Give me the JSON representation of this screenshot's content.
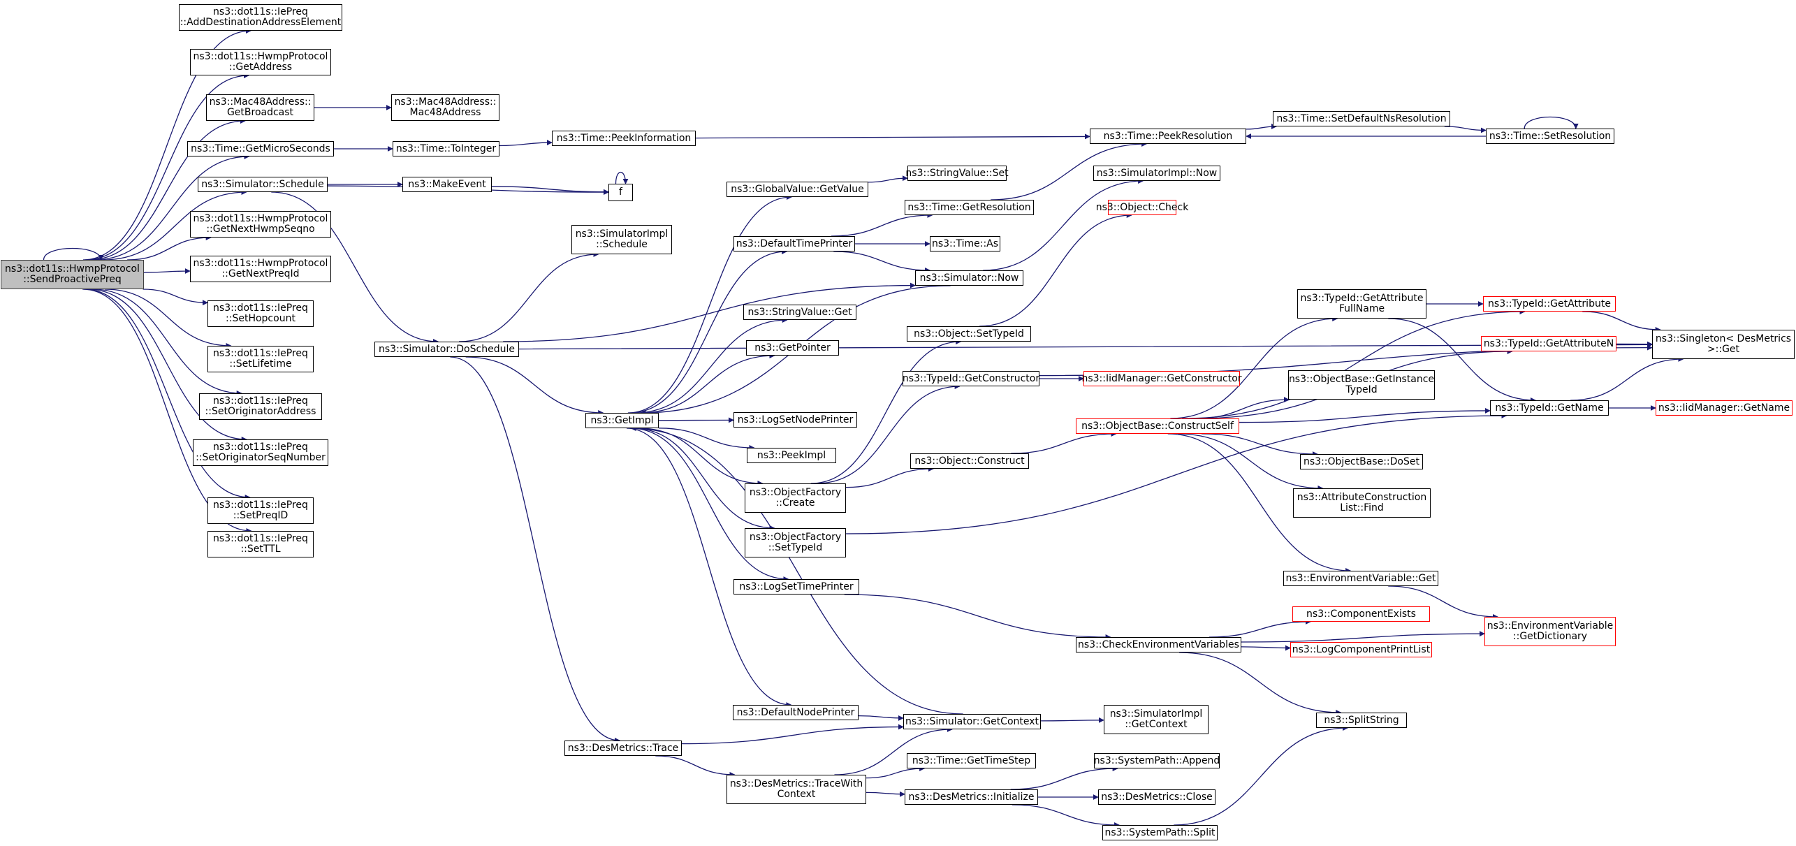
{
  "colors": {
    "edge": "#191970",
    "node_border": "#000000",
    "truncated_border": "#ff0000",
    "root_fill": "#bfbfbf"
  },
  "nodes": [
    {
      "id": "root",
      "label": "ns3::dot11s::HwmpProtocol\n::SendProactivePreq",
      "root": true
    },
    {
      "id": "addDest",
      "label": "ns3::dot11s::IePreq\n::AddDestinationAddressElement"
    },
    {
      "id": "getAddress",
      "label": "ns3::dot11s::HwmpProtocol\n::GetAddress"
    },
    {
      "id": "getBroadcast",
      "label": "ns3::Mac48Address::\nGetBroadcast"
    },
    {
      "id": "mac48",
      "label": "ns3::Mac48Address::\nMac48Address"
    },
    {
      "id": "getMicro",
      "label": "ns3::Time::GetMicroSeconds"
    },
    {
      "id": "toInteger",
      "label": "ns3::Time::ToInteger"
    },
    {
      "id": "peekInfo",
      "label": "ns3::Time::PeekInformation"
    },
    {
      "id": "peekRes",
      "label": "ns3::Time::PeekResolution"
    },
    {
      "id": "setDefNs",
      "label": "ns3::Time::SetDefaultNsResolution"
    },
    {
      "id": "setRes",
      "label": "ns3::Time::SetResolution"
    },
    {
      "id": "schedule",
      "label": "ns3::Simulator::Schedule"
    },
    {
      "id": "makeEvent",
      "label": "ns3::MakeEvent"
    },
    {
      "id": "f",
      "label": "f"
    },
    {
      "id": "gvGet",
      "label": "ns3::GlobalValue::GetValue"
    },
    {
      "id": "svSet",
      "label": "ns3::StringValue::Set"
    },
    {
      "id": "implNow",
      "label": "ns3::SimulatorImpl::Now"
    },
    {
      "id": "getResolution",
      "label": "ns3::Time::GetResolution"
    },
    {
      "id": "objCheck",
      "label": "ns3::Object::Check",
      "truncated": true
    },
    {
      "id": "nextSeqno",
      "label": "ns3::dot11s::HwmpProtocol\n::GetNextHwmpSeqno"
    },
    {
      "id": "nextPreqId",
      "label": "ns3::dot11s::HwmpProtocol\n::GetNextPreqId"
    },
    {
      "id": "setHop",
      "label": "ns3::dot11s::IePreq\n::SetHopcount"
    },
    {
      "id": "setLife",
      "label": "ns3::dot11s::IePreq\n::SetLifetime"
    },
    {
      "id": "setOrigAddr",
      "label": "ns3::dot11s::IePreq\n::SetOriginatorAddress"
    },
    {
      "id": "setOrigSeq",
      "label": "ns3::dot11s::IePreq\n::SetOriginatorSeqNumber"
    },
    {
      "id": "setPreqId",
      "label": "ns3::dot11s::IePreq\n::SetPreqID"
    },
    {
      "id": "setTtl",
      "label": "ns3::dot11s::IePreq\n::SetTTL"
    },
    {
      "id": "implSchedule",
      "label": "ns3::SimulatorImpl\n::Schedule"
    },
    {
      "id": "defTimePrinter",
      "label": "ns3::DefaultTimePrinter"
    },
    {
      "id": "timeAs",
      "label": "ns3::Time::As"
    },
    {
      "id": "simNow",
      "label": "ns3::Simulator::Now"
    },
    {
      "id": "doSchedule",
      "label": "ns3::Simulator::DoSchedule"
    },
    {
      "id": "getImpl",
      "label": "ns3::GetImpl"
    },
    {
      "id": "svGet",
      "label": "ns3::StringValue::Get"
    },
    {
      "id": "getPointer",
      "label": "ns3::GetPointer"
    },
    {
      "id": "logSetNode",
      "label": "ns3::LogSetNodePrinter"
    },
    {
      "id": "peekImpl",
      "label": "ns3::PeekImpl"
    },
    {
      "id": "ofCreate",
      "label": "ns3::ObjectFactory\n::Create"
    },
    {
      "id": "ofSetTypeId",
      "label": "ns3::ObjectFactory\n::SetTypeId"
    },
    {
      "id": "logSetTime",
      "label": "ns3::LogSetTimePrinter"
    },
    {
      "id": "defNodePrinter",
      "label": "ns3::DefaultNodePrinter"
    },
    {
      "id": "desTrace",
      "label": "ns3::DesMetrics::Trace"
    },
    {
      "id": "objSetTypeId",
      "label": "ns3::Object::SetTypeId"
    },
    {
      "id": "tidGetCtor",
      "label": "ns3::TypeId::GetConstructor"
    },
    {
      "id": "iidGetCtor",
      "label": "ns3::IidManager::GetConstructor",
      "truncated": true
    },
    {
      "id": "objConstruct",
      "label": "ns3::Object::Construct"
    },
    {
      "id": "constructSelf",
      "label": "ns3::ObjectBase::ConstructSelf",
      "truncated": true
    },
    {
      "id": "tidGetAttrFull",
      "label": "ns3::TypeId::GetAttribute\nFullName"
    },
    {
      "id": "tidGetAttr",
      "label": "ns3::TypeId::GetAttribute",
      "truncated": true
    },
    {
      "id": "tidGetAttrN",
      "label": "ns3::TypeId::GetAttributeN",
      "truncated": true
    },
    {
      "id": "singletonGet",
      "label": "ns3::Singleton< DesMetrics\n>::Get"
    },
    {
      "id": "getInstTypeId",
      "label": "ns3::ObjectBase::GetInstance\nTypeId"
    },
    {
      "id": "tidGetName",
      "label": "ns3::TypeId::GetName"
    },
    {
      "id": "iidGetName",
      "label": "ns3::IidManager::GetName",
      "truncated": true
    },
    {
      "id": "doSet",
      "label": "ns3::ObjectBase::DoSet"
    },
    {
      "id": "acFind",
      "label": "ns3::AttributeConstruction\nList::Find"
    },
    {
      "id": "envGet",
      "label": "ns3::EnvironmentVariable::Get"
    },
    {
      "id": "envGetDict",
      "label": "ns3::EnvironmentVariable\n::GetDictionary",
      "truncated": true
    },
    {
      "id": "checkEnv",
      "label": "ns3::CheckEnvironmentVariables"
    },
    {
      "id": "compExists",
      "label": "ns3::ComponentExists",
      "truncated": true
    },
    {
      "id": "logCompPrint",
      "label": "ns3::LogComponentPrintList",
      "truncated": true
    },
    {
      "id": "splitString",
      "label": "ns3::SplitString"
    },
    {
      "id": "simGetContext",
      "label": "ns3::Simulator::GetContext"
    },
    {
      "id": "implGetContext",
      "label": "ns3::SimulatorImpl\n::GetContext"
    },
    {
      "id": "traceWithCtx",
      "label": "ns3::DesMetrics::TraceWith\nContext"
    },
    {
      "id": "getTimeStep",
      "label": "ns3::Time::GetTimeStep"
    },
    {
      "id": "desInit",
      "label": "ns3::DesMetrics::Initialize"
    },
    {
      "id": "spAppend",
      "label": "ns3::SystemPath::Append"
    },
    {
      "id": "desClose",
      "label": "ns3::DesMetrics::Close"
    },
    {
      "id": "spSplit",
      "label": "ns3::SystemPath::Split"
    }
  ],
  "edges": [
    [
      "root",
      "root"
    ],
    [
      "root",
      "addDest"
    ],
    [
      "root",
      "getAddress"
    ],
    [
      "root",
      "getBroadcast"
    ],
    [
      "root",
      "getMicro"
    ],
    [
      "root",
      "schedule"
    ],
    [
      "root",
      "nextSeqno"
    ],
    [
      "root",
      "nextPreqId"
    ],
    [
      "root",
      "setHop"
    ],
    [
      "root",
      "setLife"
    ],
    [
      "root",
      "setOrigAddr"
    ],
    [
      "root",
      "setOrigSeq"
    ],
    [
      "root",
      "setPreqId"
    ],
    [
      "root",
      "setTtl"
    ],
    [
      "getBroadcast",
      "mac48"
    ],
    [
      "getMicro",
      "toInteger"
    ],
    [
      "toInteger",
      "peekInfo"
    ],
    [
      "peekInfo",
      "peekRes"
    ],
    [
      "peekRes",
      "setDefNs"
    ],
    [
      "setDefNs",
      "setRes"
    ],
    [
      "setRes",
      "peekRes"
    ],
    [
      "setRes",
      "setRes"
    ],
    [
      "schedule",
      "makeEvent"
    ],
    [
      "schedule",
      "f"
    ],
    [
      "schedule",
      "doSchedule"
    ],
    [
      "makeEvent",
      "f"
    ],
    [
      "f",
      "f"
    ],
    [
      "doSchedule",
      "implSchedule"
    ],
    [
      "doSchedule",
      "simNow"
    ],
    [
      "doSchedule",
      "getImpl"
    ],
    [
      "doSchedule",
      "desTrace"
    ],
    [
      "doSchedule",
      "singletonGet"
    ],
    [
      "getImpl",
      "gvGet"
    ],
    [
      "getImpl",
      "defTimePrinter"
    ],
    [
      "getImpl",
      "svGet"
    ],
    [
      "getImpl",
      "getPointer"
    ],
    [
      "getImpl",
      "logSetNode"
    ],
    [
      "getImpl",
      "peekImpl"
    ],
    [
      "getImpl",
      "ofCreate"
    ],
    [
      "getImpl",
      "ofSetTypeId"
    ],
    [
      "getImpl",
      "logSetTime"
    ],
    [
      "getImpl",
      "defNodePrinter"
    ],
    [
      "gvGet",
      "svSet"
    ],
    [
      "getResolution",
      "peekRes"
    ],
    [
      "defTimePrinter",
      "getResolution"
    ],
    [
      "defTimePrinter",
      "timeAs"
    ],
    [
      "defTimePrinter",
      "simNow"
    ],
    [
      "simNow",
      "implNow"
    ],
    [
      "simNow",
      "getImpl"
    ],
    [
      "objSetTypeId",
      "objCheck"
    ],
    [
      "ofCreate",
      "tidGetCtor"
    ],
    [
      "ofCreate",
      "objConstruct"
    ],
    [
      "ofCreate",
      "objSetTypeId"
    ],
    [
      "tidGetCtor",
      "iidGetCtor"
    ],
    [
      "tidGetCtor",
      "singletonGet"
    ],
    [
      "objConstruct",
      "constructSelf"
    ],
    [
      "constructSelf",
      "tidGetAttrFull"
    ],
    [
      "constructSelf",
      "tidGetAttr"
    ],
    [
      "constructSelf",
      "tidGetAttrN"
    ],
    [
      "constructSelf",
      "getInstTypeId"
    ],
    [
      "constructSelf",
      "tidGetName"
    ],
    [
      "constructSelf",
      "doSet"
    ],
    [
      "constructSelf",
      "acFind"
    ],
    [
      "constructSelf",
      "envGet"
    ],
    [
      "tidGetAttrFull",
      "tidGetAttr"
    ],
    [
      "tidGetAttrFull",
      "tidGetName"
    ],
    [
      "tidGetAttr",
      "singletonGet"
    ],
    [
      "tidGetAttrN",
      "singletonGet"
    ],
    [
      "tidGetName",
      "singletonGet"
    ],
    [
      "tidGetName",
      "iidGetName"
    ],
    [
      "ofSetTypeId",
      "tidGetName"
    ],
    [
      "envGet",
      "envGetDict"
    ],
    [
      "logSetTime",
      "checkEnv"
    ],
    [
      "checkEnv",
      "compExists"
    ],
    [
      "checkEnv",
      "logCompPrint"
    ],
    [
      "checkEnv",
      "envGetDict"
    ],
    [
      "checkEnv",
      "splitString"
    ],
    [
      "defNodePrinter",
      "simGetContext"
    ],
    [
      "simGetContext",
      "implGetContext"
    ],
    [
      "simGetContext",
      "getImpl"
    ],
    [
      "desTrace",
      "simGetContext"
    ],
    [
      "desTrace",
      "traceWithCtx"
    ],
    [
      "traceWithCtx",
      "simGetContext"
    ],
    [
      "traceWithCtx",
      "getTimeStep"
    ],
    [
      "traceWithCtx",
      "desInit"
    ],
    [
      "desInit",
      "spAppend"
    ],
    [
      "desInit",
      "desClose"
    ],
    [
      "desInit",
      "spSplit"
    ],
    [
      "spSplit",
      "splitString"
    ]
  ]
}
